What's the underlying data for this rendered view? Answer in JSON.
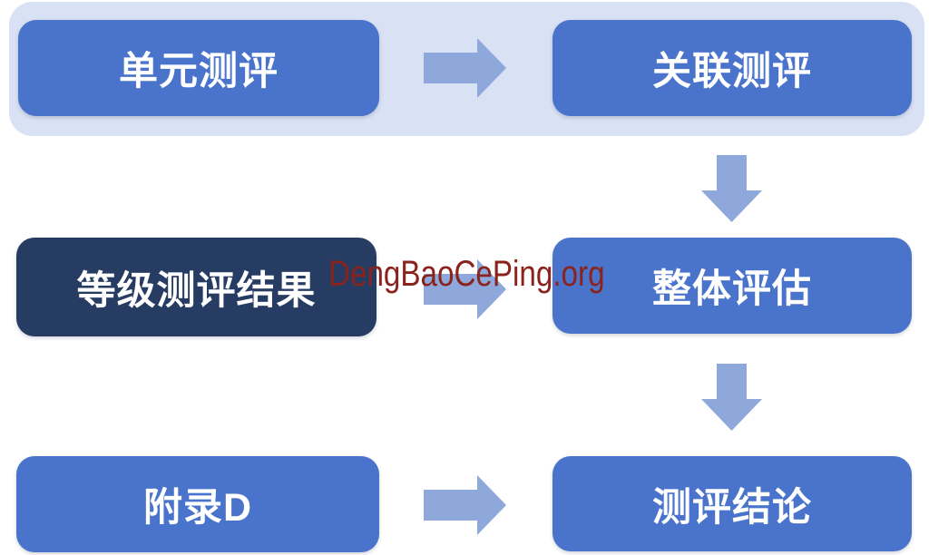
{
  "page": {
    "background": "#FFFFFF"
  },
  "colors": {
    "page_bg": "#FFFFFF",
    "panel_bg": "#D9E2F4",
    "node_blue": "#4A74CB",
    "node_navy": "#263C63",
    "node_text": "#FFFFFF",
    "arrow_fill": "#8FA8DC",
    "watermark_red": "#8A231C"
  },
  "nodes": {
    "unit": "单元测评",
    "related": "关联测评",
    "grade_result": "等级测评结果",
    "overall": "整体评估",
    "appendix_d": "附录D",
    "conclusion": "测评结论"
  },
  "edges": [
    {
      "from": "unit",
      "to": "related",
      "direction": "right"
    },
    {
      "from": "related",
      "to": "overall",
      "direction": "down"
    },
    {
      "from": "grade_result",
      "to": "overall",
      "direction": "right"
    },
    {
      "from": "overall",
      "to": "conclusion",
      "direction": "down"
    },
    {
      "from": "appendix_d",
      "to": "conclusion",
      "direction": "right"
    }
  ],
  "watermark": {
    "text": "DengBaoCePing.org"
  }
}
